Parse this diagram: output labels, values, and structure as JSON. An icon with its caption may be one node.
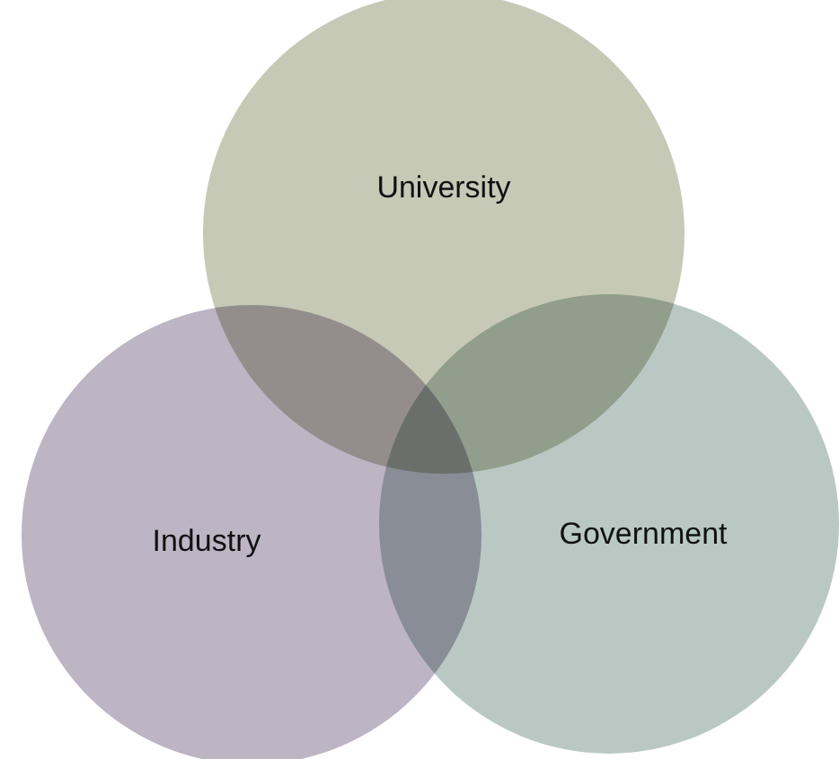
{
  "diagram": {
    "nodes": [
      {
        "text": [
          "University"
        ]
      },
      {
        "text": [
          "Industry"
        ]
      },
      {
        "text": [
          "Government"
        ]
      }
    ]
  }
}
